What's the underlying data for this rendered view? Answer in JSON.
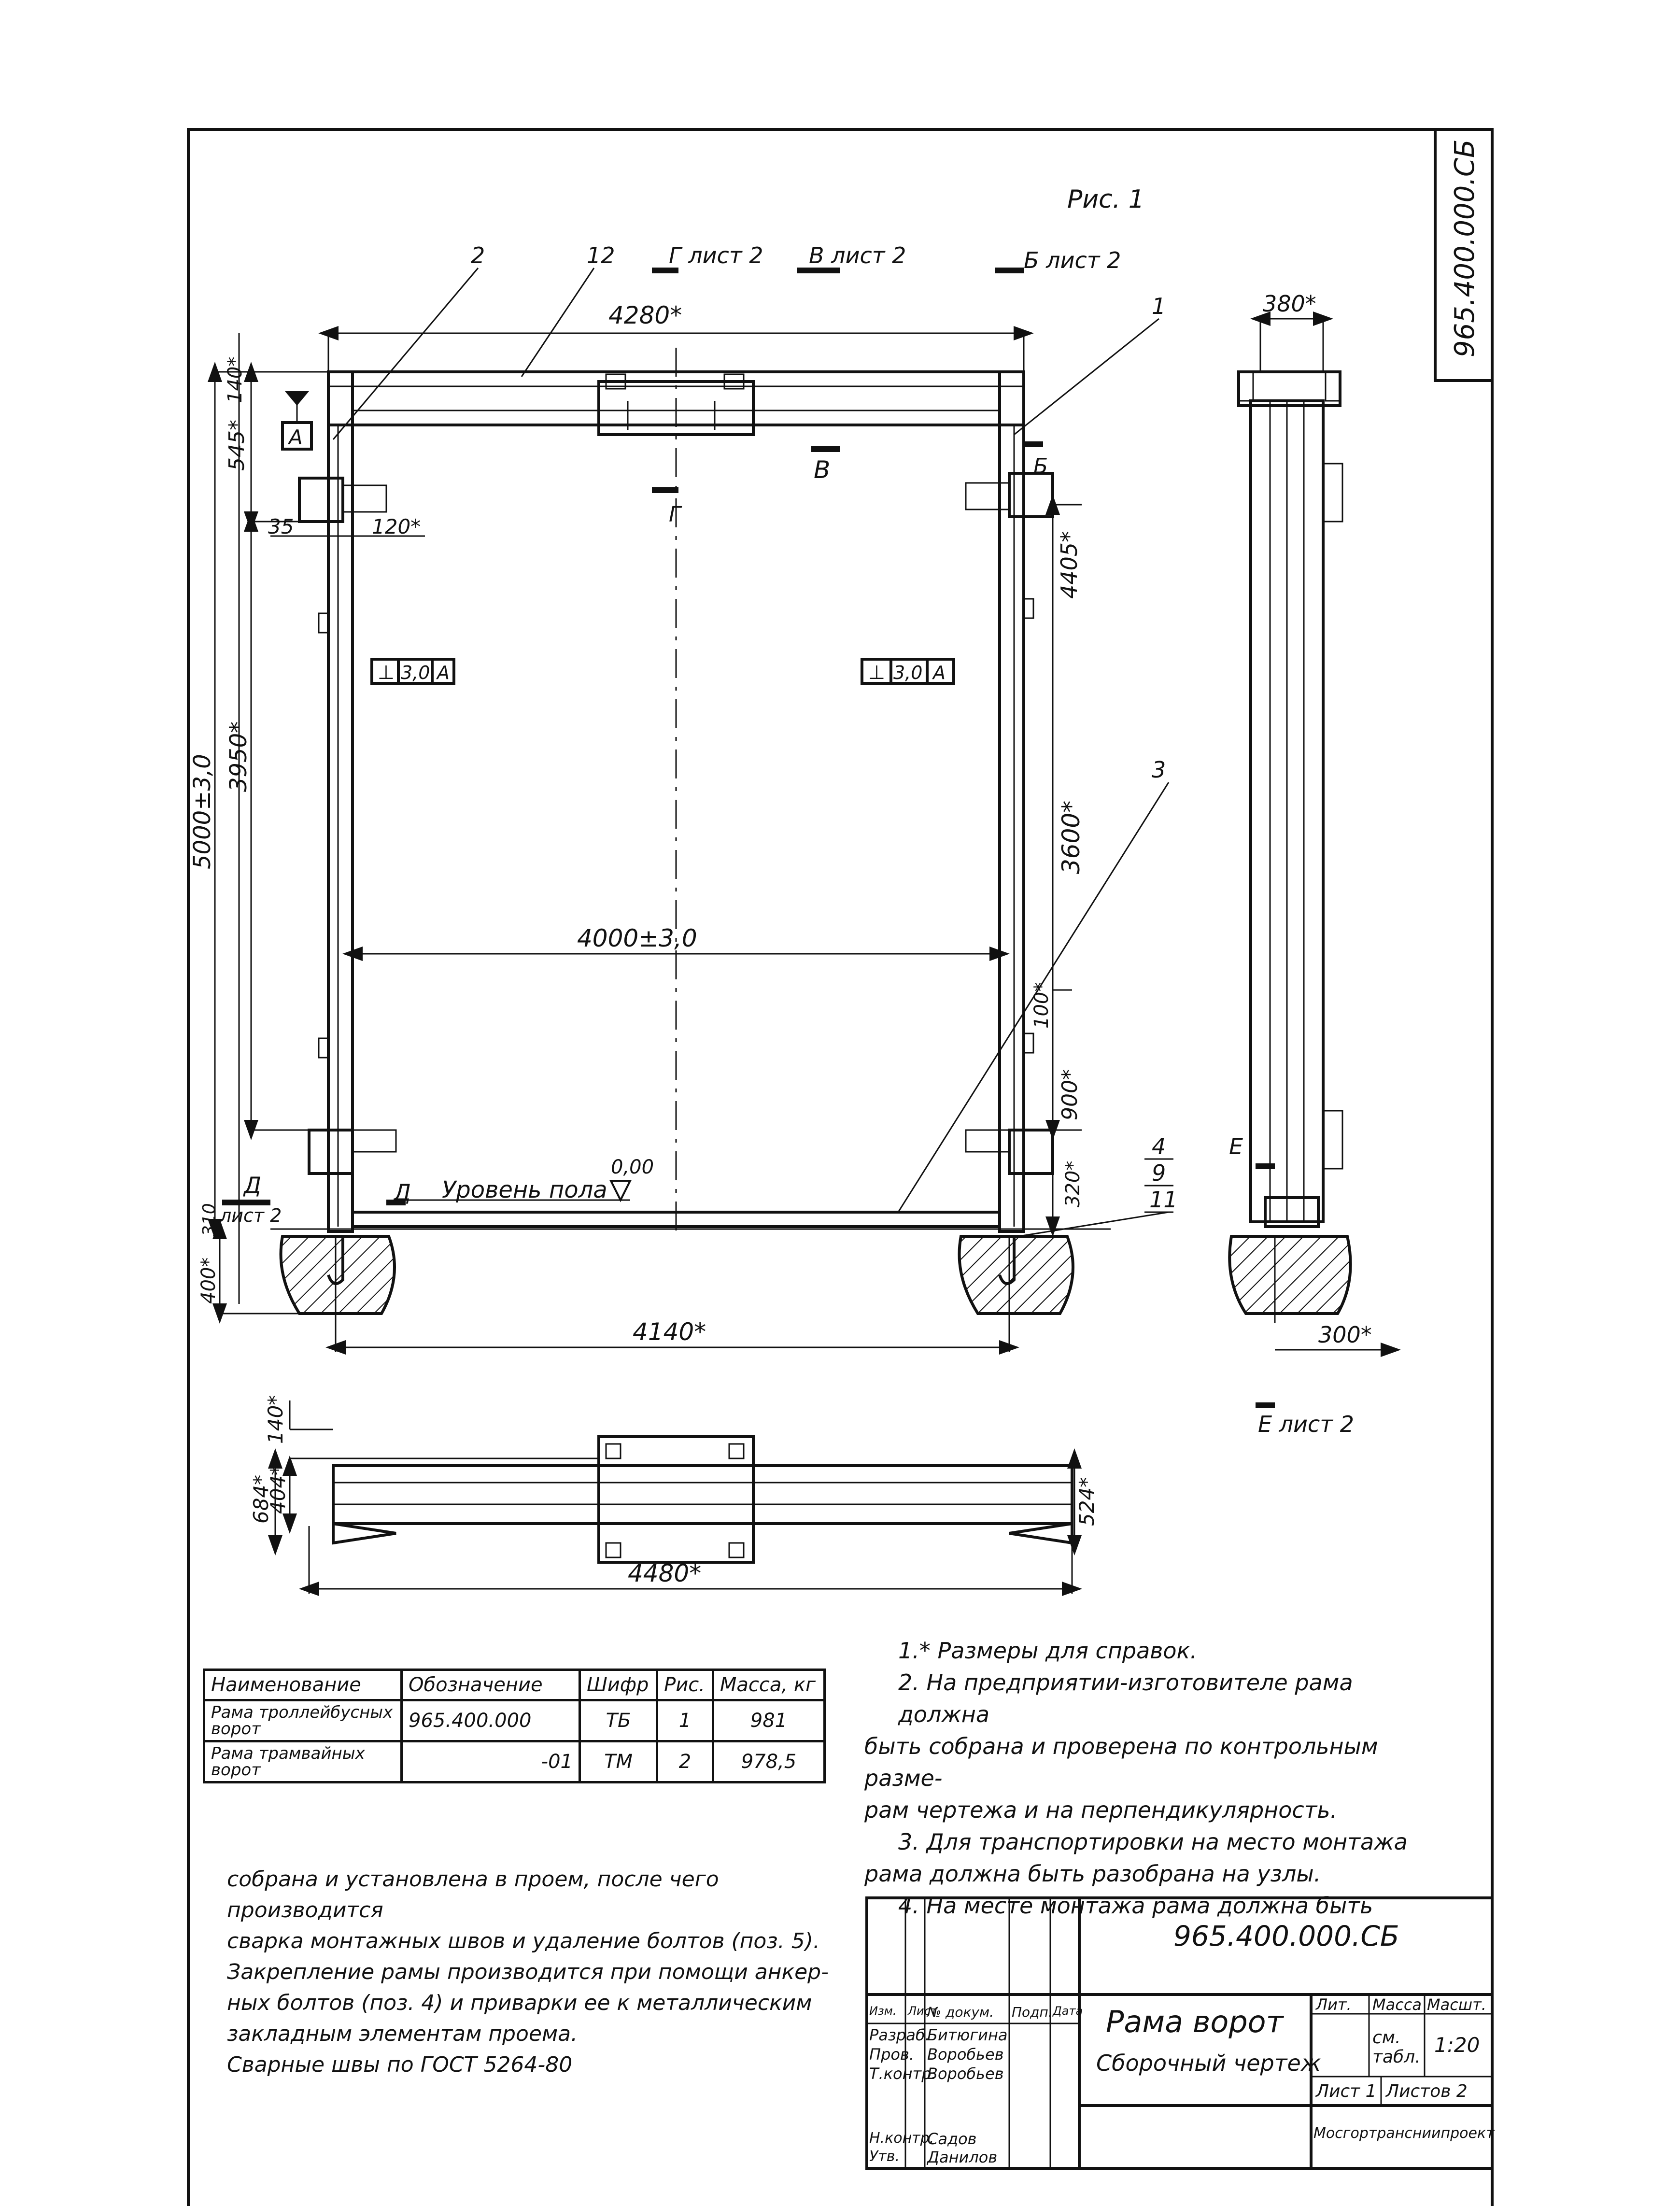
{
  "sheet_code": "965.400.000.СБ",
  "figure_label": "Рис. 1",
  "callouts": {
    "pos2": "2",
    "pos12": "12",
    "pos1": "1",
    "pos3": "3",
    "pos4": "4",
    "pos9": "9",
    "pos11": "11"
  },
  "section_marks": {
    "g_top": "Г лист 2",
    "v_top": "В лист 2",
    "b_top": "Б лист 2",
    "v_low": "В",
    "g_low": "Г",
    "b_low": "Б",
    "d_left": "Д",
    "d_left_sheet": "лист 2",
    "d_right": "Д",
    "e_side": "Е",
    "e_bottom": "Е лист 2"
  },
  "datum": "A",
  "tolerance_left": [
    "⊥",
    "3,0",
    "A"
  ],
  "tolerance_right": [
    "⊥",
    "3,0",
    "A"
  ],
  "dimensions": {
    "top_width": "4280*",
    "top_gap": "140*",
    "left_545": "545*",
    "left_35": "35",
    "left_120": "120*",
    "height_total": "5000±3,0",
    "height_3950": "3950*",
    "inner_width": "4000±3,0",
    "right_4405": "4405*",
    "right_3600": "3600*",
    "right_100": "100*",
    "right_900": "900*",
    "right_320": "320*",
    "bottom_width": "4140*",
    "bottom_400": "400*",
    "bottom_310": "310",
    "floor_mark": "0,00",
    "floor_label": "Уровень пола",
    "side_380": "380*",
    "side_300": "300*",
    "plan_140": "140*",
    "plan_684": "684*",
    "plan_404": "404*",
    "plan_524": "524*",
    "plan_4480": "4480*"
  },
  "notes": [
    "1.* Размеры для справок.",
    "2. На предприятии-изготовителе рама должна",
    "быть собрана и проверена по контрольным разме-",
    "рам чертежа и на перпендикулярность.",
    "3. Для транспортировки на место монтажа",
    "рама должна быть разобрана на узлы.",
    "4. На месте монтажа рама должна быть"
  ],
  "notes_cont": [
    "собрана и установлена в проем, после чего производится",
    "сварка монтажных швов и удаление болтов (поз. 5).",
    "Закрепление рамы производится при помощи анкер-",
    "ных болтов (поз. 4) и приварки ее к металлическим",
    "закладным элементам проема.",
    "Сварные швы по ГОСТ 5264-80"
  ],
  "spec_table": {
    "headers": [
      "Наименование",
      "Обозначение",
      "Шифр",
      "Рис.",
      "Масса, кг"
    ],
    "rows": [
      [
        "Рама троллейбусных ворот",
        "965.400.000",
        "ТБ",
        "1",
        "981"
      ],
      [
        "Рама трамвайных ворот",
        "-01",
        "ТМ",
        "2",
        "978,5"
      ]
    ]
  },
  "title_block": {
    "code": "965.400.000.СБ",
    "name": "Рама ворот",
    "doc_type": "Сборочный чертеж",
    "col_headers": [
      "Изм.",
      "Лист",
      "№ докум.",
      "Подп.",
      "Дата"
    ],
    "roles": [
      "Разраб.",
      "Пров.",
      "Т.контр.",
      "Н.контр.",
      "Утв."
    ],
    "names": [
      "Битюгина",
      "Воробьев",
      "Воробьев",
      "Садов",
      "Данилов"
    ],
    "lit_label": "Лит.",
    "mass_label": "Масса",
    "scale_label": "Масшт.",
    "mass_value": "см. табл.",
    "scale_value": "1:20",
    "sheet_label": "Лист 1",
    "sheets_label": "Листов 2",
    "org": "Мосгортрансниипроект"
  }
}
